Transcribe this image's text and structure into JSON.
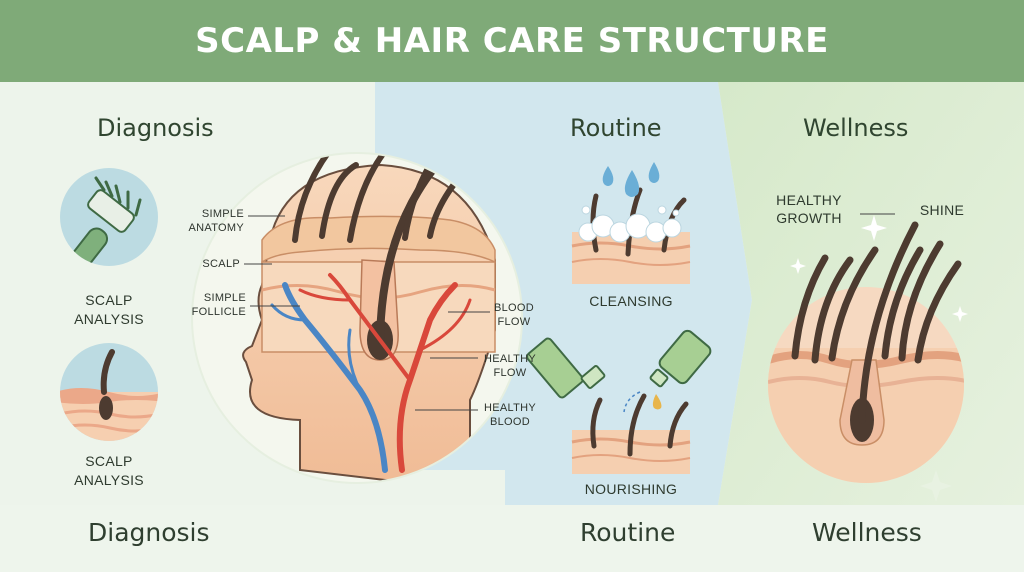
{
  "title": "SCALP & HAIR CARE STRUCTURE",
  "sections": {
    "diagnosis": {
      "heading": "Diagnosis",
      "captions": [
        "SCALP",
        "ANALYSIS",
        "SCALP",
        "ANALYSIS"
      ],
      "footer": "Diagnosis"
    },
    "routine": {
      "heading": "Routine",
      "captions": [
        "CLEANSING",
        "NOURISHING"
      ],
      "footer": "Routine"
    },
    "wellness": {
      "heading": "Wellness",
      "labels": [
        "HEALTHY",
        "GROWTH",
        "SHINE"
      ],
      "footer": "Wellness"
    }
  },
  "anatomy": {
    "left_labels": [
      "SIMPLE",
      "ANATOMY",
      "SCALP",
      "SIMPLE",
      "FOLLICLE"
    ],
    "right_labels": [
      "BLOOD",
      "FLOW",
      "HEALTHY",
      "FLOW",
      "HEALTHY",
      "BLOOD"
    ]
  },
  "icons": [
    "brush-icon",
    "skin-follicle-icon",
    "water-drop-icon",
    "foam-icon",
    "tube-icon",
    "dropper-bottle-icon",
    "sparkle-icon"
  ],
  "colors": {
    "title_bar": "#7faa78",
    "routine_panel": "#d3e8ef",
    "wellness_panel": "#dbeccf",
    "hair": "#4d3b30",
    "skin": "#f5cfae",
    "artery": "#d9483b",
    "vein": "#4a86c5"
  }
}
